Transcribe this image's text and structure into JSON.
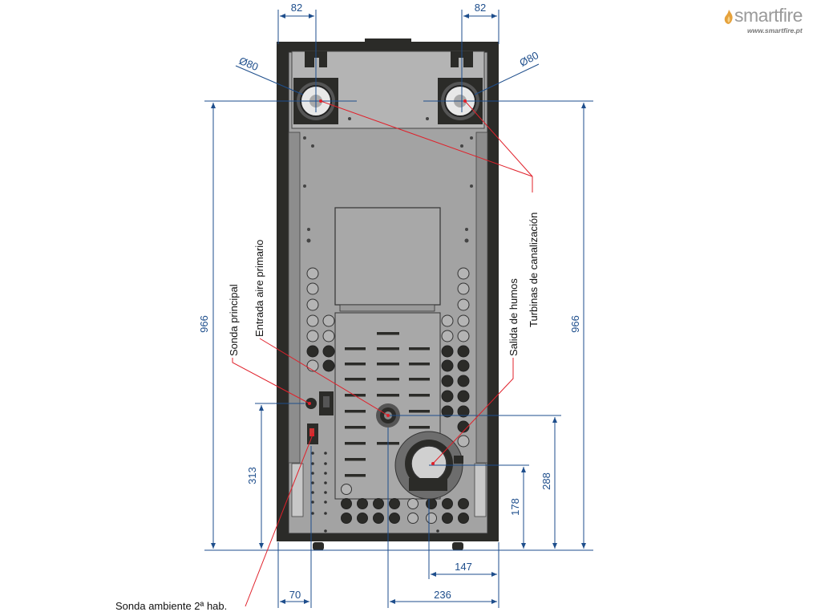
{
  "brand": {
    "name": "smartfire",
    "url": "www.smartfire.pt",
    "flame_color": "#e6a23c"
  },
  "colors": {
    "dimension": "#1e4e8c",
    "leader": "#e0202a",
    "frame": "#2b2b28",
    "panel": "#a3a3a3"
  },
  "dimensions": {
    "top_left_width": "82",
    "top_right_width": "82",
    "left_diameter": "Ø80",
    "right_diameter": "Ø80",
    "left_height": "966",
    "right_height": "966",
    "left_probe_height": "313",
    "right_inner_height": "288",
    "right_small_height": "178",
    "bottom_right_width": "147",
    "bottom_left_width": "70",
    "bottom_center_width": "236"
  },
  "labels": {
    "sonda_principal": "Sonda principal",
    "entrada_aire": "Entrada aire primario",
    "salida_humos": "Salida de humos",
    "turbinas": "Turbinas de canalización",
    "sonda_ambiente": "Sonda ambiente 2ª hab."
  }
}
